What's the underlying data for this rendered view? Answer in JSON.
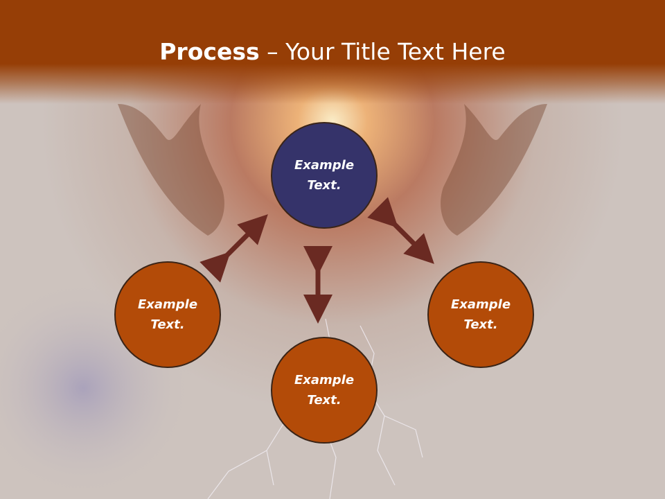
{
  "slide": {
    "title_bold": "Process",
    "title_rest": " – Your Title Text Here"
  },
  "diagram": {
    "nodes": [
      {
        "id": "top",
        "label": "Example Text.",
        "fill": "#35336a"
      },
      {
        "id": "left",
        "label": "Example Text.",
        "fill": "#b34b08"
      },
      {
        "id": "bottom",
        "label": "Example Text.",
        "fill": "#b34b08"
      },
      {
        "id": "right",
        "label": "Example Text.",
        "fill": "#b34b08"
      }
    ],
    "arrow_color": "#6a2a22",
    "header_color": "#963e06"
  }
}
